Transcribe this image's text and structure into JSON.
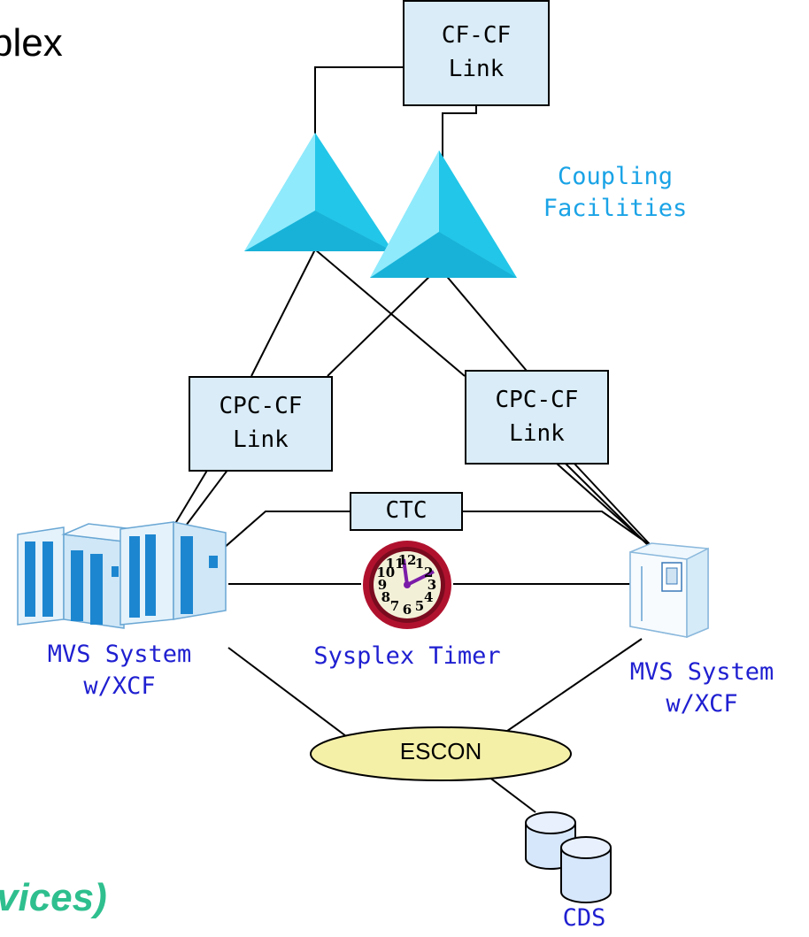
{
  "title_partial": "plex",
  "footer_partial": "vices)",
  "links": {
    "cf_cf": [
      "CF-CF",
      "Link"
    ],
    "cpc_cf_left": [
      "CPC-CF",
      "Link"
    ],
    "cpc_cf_right": [
      "CPC-CF",
      "Link"
    ],
    "ctc": "CTC"
  },
  "coupling_facilities": [
    "Coupling",
    "Facilities"
  ],
  "mvs_left": [
    "MVS System",
    "w/XCF"
  ],
  "mvs_right": [
    "MVS System",
    "w/XCF"
  ],
  "timer_label": "Sysplex Timer",
  "escon_label": "ESCON",
  "cds_label": "CDS",
  "clock_numbers": [
    "12",
    "1",
    "2",
    "3",
    "4",
    "5",
    "6",
    "7",
    "8",
    "9",
    "10",
    "11"
  ],
  "colors": {
    "link_box_fill": "#d9ecf7",
    "label_blue": "#1f1fd1",
    "label_cyan": "#1aa3e6",
    "triangle": "#33ccee",
    "escon_fill": "#f5f0a8",
    "devices_green": "#2fbf8f"
  }
}
